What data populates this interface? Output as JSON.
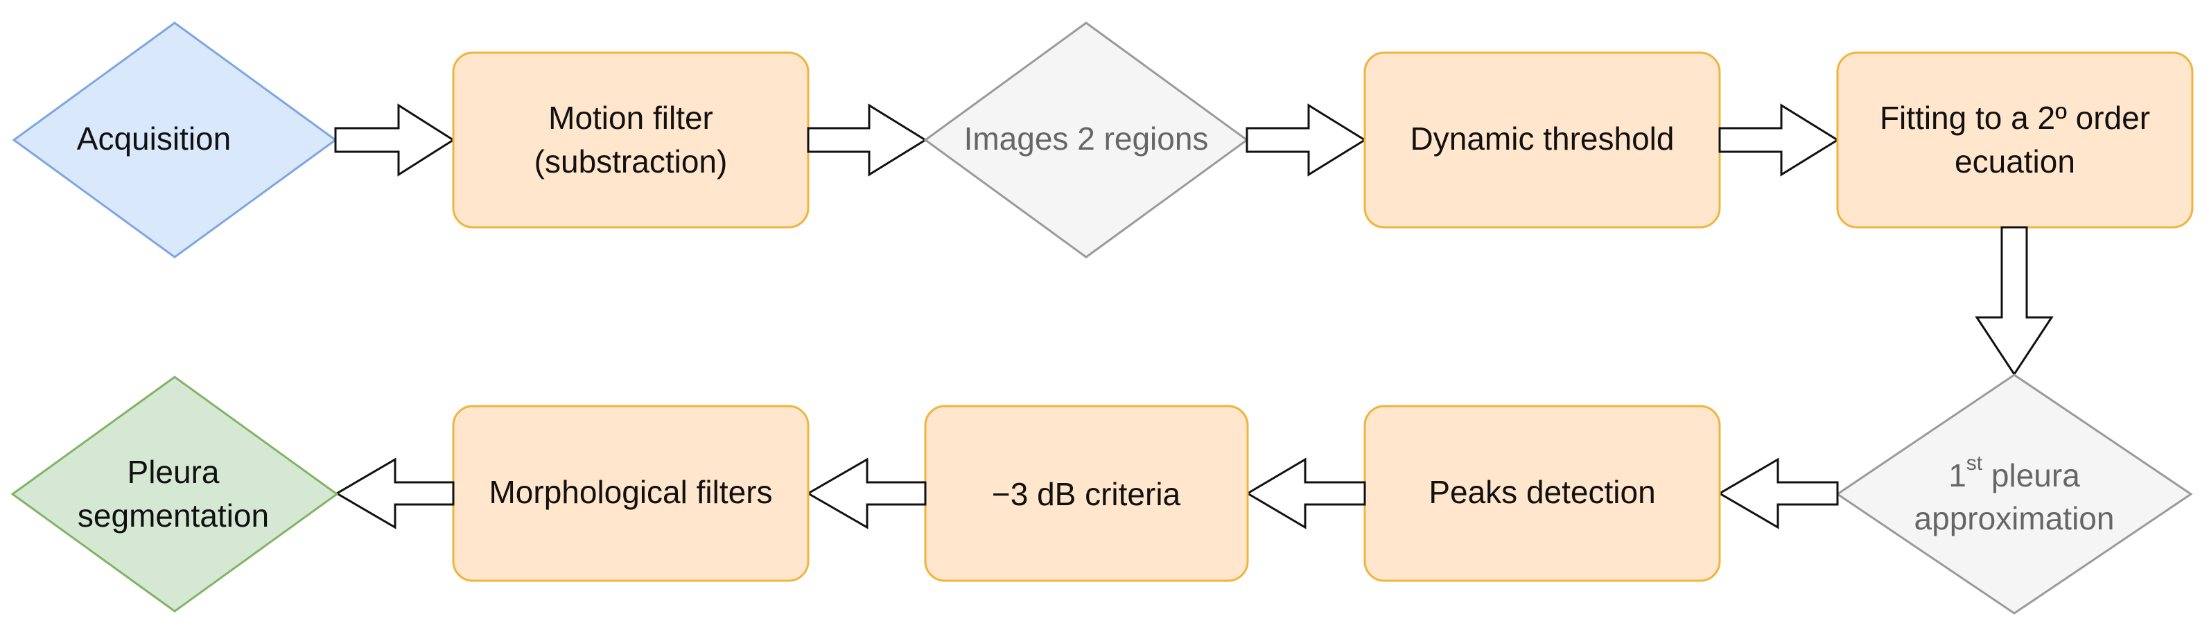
{
  "colors": {
    "process_fill": "#ffe6cc",
    "process_stroke": "#f0b43d",
    "start_fill": "#dae8fc",
    "start_stroke": "#7ea6e0",
    "decision_fill": "#f5f5f5",
    "decision_stroke": "#9a9a9a",
    "decision_text": "#666666",
    "end_fill": "#d5e8d4",
    "end_stroke": "#82b366",
    "arrow_fill": "#ffffff",
    "arrow_stroke": "#111111",
    "text": "#111111"
  },
  "nodes": {
    "acquisition": {
      "label": "Acquisition"
    },
    "motion_filter": {
      "line1": "Motion filter",
      "line2": "(substraction)"
    },
    "images_regions": {
      "label": "Images 2 regions"
    },
    "dynamic_threshold": {
      "label": "Dynamic threshold"
    },
    "fitting": {
      "line1": "Fitting to a 2º order",
      "line2": "ecuation"
    },
    "pleura_approx": {
      "num": "1",
      "sup": "st",
      "rest": " pleura",
      "line2": "approximation"
    },
    "peaks_detection": {
      "label": "Peaks detection"
    },
    "db_criteria": {
      "label": "−3 dB criteria"
    },
    "morphological": {
      "label": "Morphological filters"
    },
    "pleura_segmentation": {
      "line1": "Pleura",
      "line2": "segmentation"
    }
  }
}
